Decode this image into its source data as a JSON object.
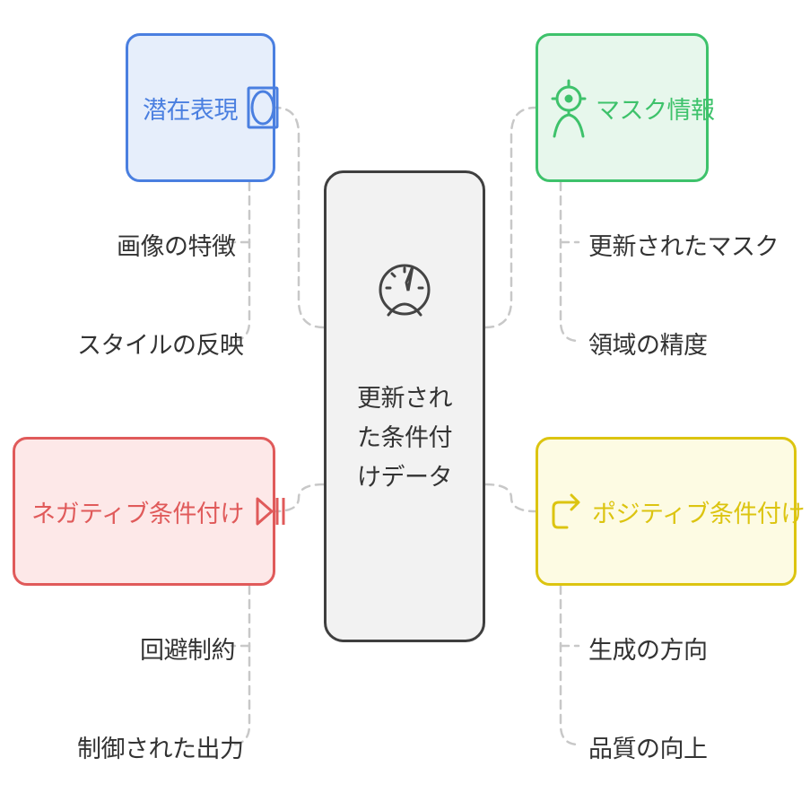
{
  "center": {
    "title": "更新された条件付けデータ"
  },
  "nodes": {
    "latent": {
      "label": "潜在表現",
      "color": "#4a7fe0",
      "fill": "#e6eefb",
      "icon": "frame-icon"
    },
    "mask": {
      "label": "マスク情報",
      "color": "#3ec26b",
      "fill": "#e7f7ec",
      "icon": "target-person-icon"
    },
    "negative": {
      "label": "ネガティブ条件付け",
      "color": "#e05a5a",
      "fill": "#fde8e8",
      "icon": "skip-icon"
    },
    "positive": {
      "label": "ポジティブ条件付け",
      "color": "#dcc410",
      "fill": "#fdfbe3",
      "icon": "redo-arrow-icon"
    }
  },
  "leaves": {
    "latent": [
      "画像の特徴",
      "スタイルの反映"
    ],
    "mask": [
      "更新されたマスク",
      "領域の精度"
    ],
    "negative": [
      "回避制約",
      "制御された出力"
    ],
    "positive": [
      "生成の方向",
      "品質の向上"
    ]
  },
  "connector_color": "#c8c8c8"
}
